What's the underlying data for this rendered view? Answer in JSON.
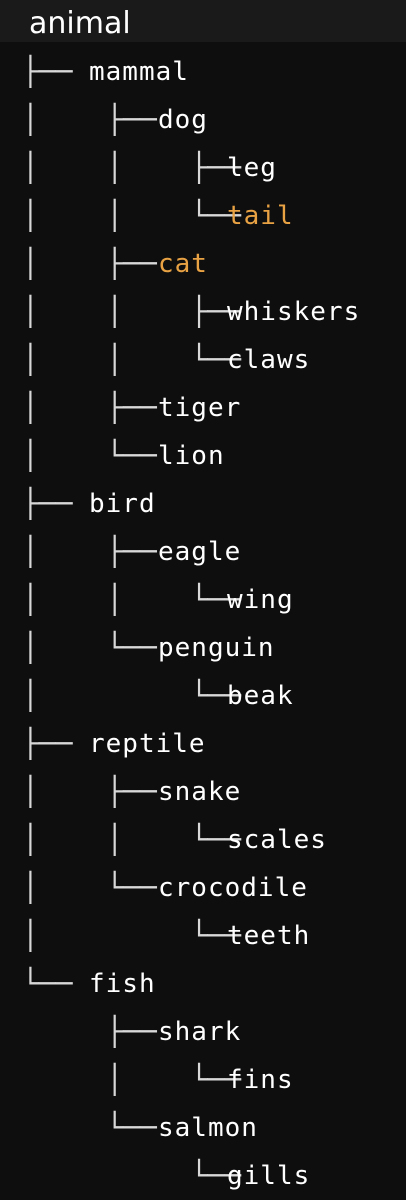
{
  "tree": {
    "root": "animal",
    "highlight_color": "#e8a244",
    "text_color": "#ffffff",
    "background": "#0e0e0e",
    "nodes": [
      {
        "prefix": "├──",
        "label": "mammal",
        "depth": 1
      },
      {
        "prefix": "│    ├──",
        "label": "dog",
        "depth": 2
      },
      {
        "prefix": "│    │    ├──",
        "label": "leg",
        "depth": 3
      },
      {
        "prefix": "│    │    └──",
        "label": "tail",
        "depth": 3,
        "highlighted": true
      },
      {
        "prefix": "│    ├──",
        "label": "cat",
        "depth": 2,
        "highlighted": true
      },
      {
        "prefix": "│    │    ├──",
        "label": "whiskers",
        "depth": 3
      },
      {
        "prefix": "│    │    └──",
        "label": "claws",
        "depth": 3
      },
      {
        "prefix": "│    ├──",
        "label": "tiger",
        "depth": 2
      },
      {
        "prefix": "│    └──",
        "label": "lion",
        "depth": 2
      },
      {
        "prefix": "├──",
        "label": "bird",
        "depth": 1
      },
      {
        "prefix": "│    ├──",
        "label": "eagle",
        "depth": 2
      },
      {
        "prefix": "│    │    └──",
        "label": "wing",
        "depth": 3
      },
      {
        "prefix": "│    └──",
        "label": "penguin",
        "depth": 2
      },
      {
        "prefix": "│         └──",
        "label": "beak",
        "depth": 3
      },
      {
        "prefix": "├──",
        "label": "reptile",
        "depth": 1
      },
      {
        "prefix": "│    ├──",
        "label": "snake",
        "depth": 2
      },
      {
        "prefix": "│    │    └──",
        "label": "scales",
        "depth": 3
      },
      {
        "prefix": "│    └──",
        "label": "crocodile",
        "depth": 2
      },
      {
        "prefix": "│         └──",
        "label": "teeth",
        "depth": 3
      },
      {
        "prefix": "└──",
        "label": "fish",
        "depth": 1
      },
      {
        "prefix": "     ├──",
        "label": "shark",
        "depth": 2
      },
      {
        "prefix": "     │    └──",
        "label": "fins",
        "depth": 3
      },
      {
        "prefix": "     └──",
        "label": "salmon",
        "depth": 2
      },
      {
        "prefix": "          └──",
        "label": "gills",
        "depth": 3
      }
    ]
  }
}
